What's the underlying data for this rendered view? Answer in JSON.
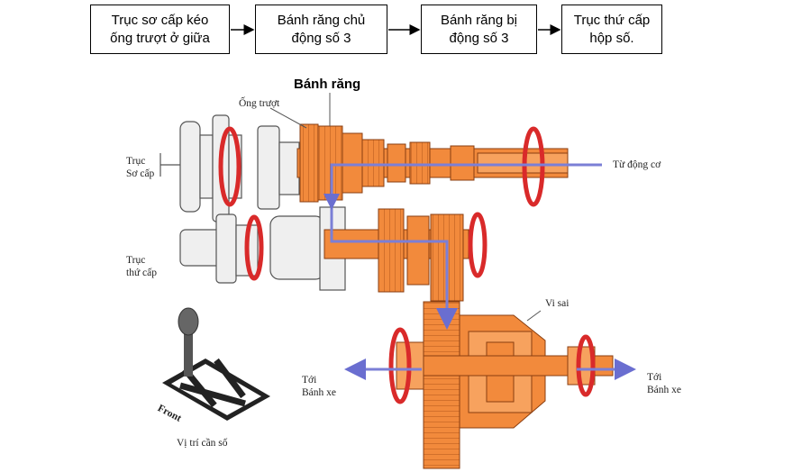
{
  "flow": {
    "steps": [
      "Trục sơ cấp kéo\nống trượt ở giữa",
      "Bánh răng chủ\nđộng số 3",
      "Bánh răng bị\nđộng số 3",
      "Trục thứ cấp\nhộp số."
    ]
  },
  "labels": {
    "banh_rang": "Bánh răng",
    "ong_truot": "Ống trượt",
    "truc_so_cap": "Trục\nSơ cấp",
    "truc_thu_cap": "Trục\nthứ cấp",
    "tu_dong_co": "Từ động cơ",
    "vi_sai": "Vi sai",
    "toi_banh_xe_left": "Tới\nBánh xe",
    "toi_banh_xe_right": "Tới\nBánh xe",
    "vi_tri_can_so": "Vị trí cần số",
    "front": "Front"
  },
  "colors": {
    "gear_orange": "#f28a3c",
    "gear_dark": "#c8621e",
    "flow_blue": "#7b7fd6",
    "rotation_red": "#d92a2a",
    "gear_white": "#eeeeee",
    "outline": "#444444"
  }
}
